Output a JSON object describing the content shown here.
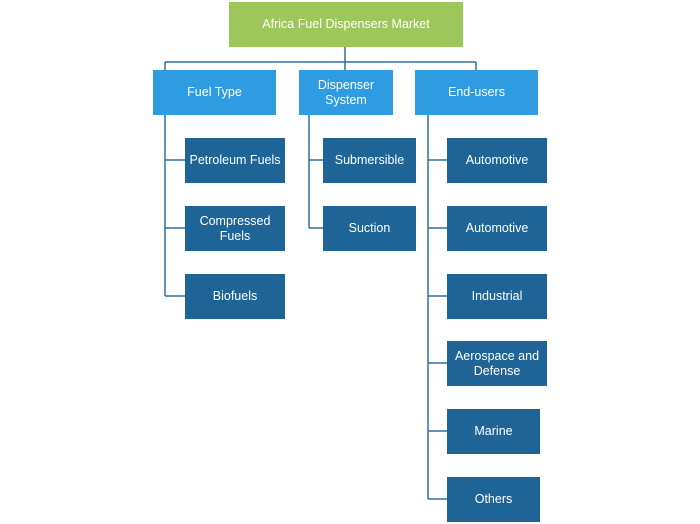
{
  "root": "Africa Fuel Dispensers Market",
  "categories": [
    {
      "label": "Fuel Type",
      "items": [
        "Petroleum Fuels",
        "Compressed Fuels",
        "Biofuels"
      ]
    },
    {
      "label": "Dispenser System",
      "items": [
        "Submersible",
        "Suction"
      ]
    },
    {
      "label": "End-users",
      "items": [
        "Automotive",
        "Automotive",
        "Industrial",
        "Aerospace and Defense",
        "Marine",
        "Others"
      ]
    }
  ],
  "colors": {
    "root": "#9dc65b",
    "category": "#2f9be0",
    "leaf": "#1f6497",
    "connector": "#2f6f9f"
  }
}
